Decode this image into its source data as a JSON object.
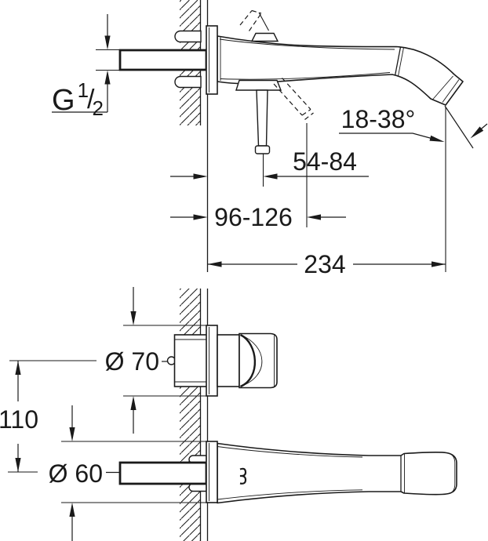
{
  "drawing": {
    "colors": {
      "line": "#1a1a1a",
      "background": "#ffffff"
    },
    "upper_view": {
      "thread": {
        "prefix": "G",
        "numerator": "1",
        "slash": "/",
        "denominator": "2"
      },
      "angle": "18-38°",
      "lever_offset": "54-84",
      "handle_offset": "96-126",
      "spout_reach": "234"
    },
    "lower_view": {
      "handle_diameter": "Ø 70",
      "vertical_distance": "110",
      "spout_diameter": "Ø 60"
    }
  }
}
